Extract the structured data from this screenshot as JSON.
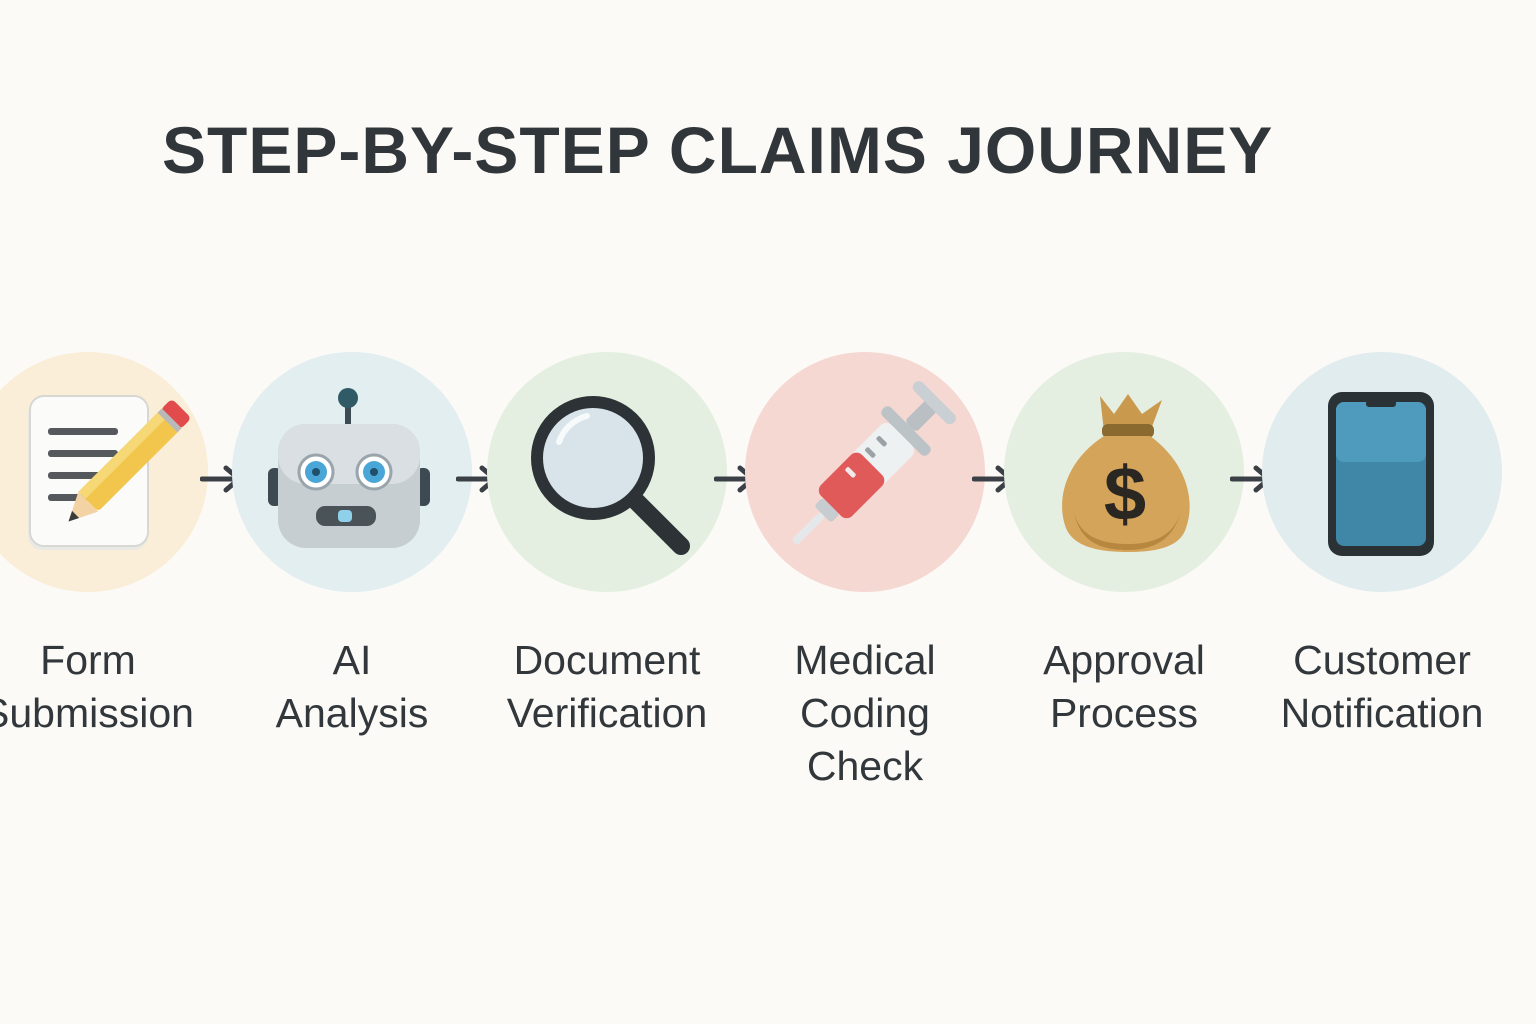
{
  "title": "STEP-BY-STEP CLAIMS JOURNEY",
  "steps": [
    {
      "lines": [
        "Form",
        "Submission"
      ],
      "icon": "memo-pencil-icon",
      "color": "#fbeed8"
    },
    {
      "lines": [
        "AI",
        "Analysis"
      ],
      "icon": "robot-icon",
      "color": "#e2eef0"
    },
    {
      "lines": [
        "Document",
        "Verification"
      ],
      "icon": "magnifying-glass-icon",
      "color": "#e4efe1"
    },
    {
      "lines": [
        "Medical",
        "Coding",
        "Check"
      ],
      "icon": "syringe-icon",
      "color": "#f6d8d3"
    },
    {
      "lines": [
        "Approval",
        "Process"
      ],
      "icon": "money-bag-icon",
      "color": "#e4efe1"
    },
    {
      "lines": [
        "Customer",
        "Notification"
      ],
      "icon": "mobile-phone-icon",
      "color": "#e0ecee"
    }
  ]
}
